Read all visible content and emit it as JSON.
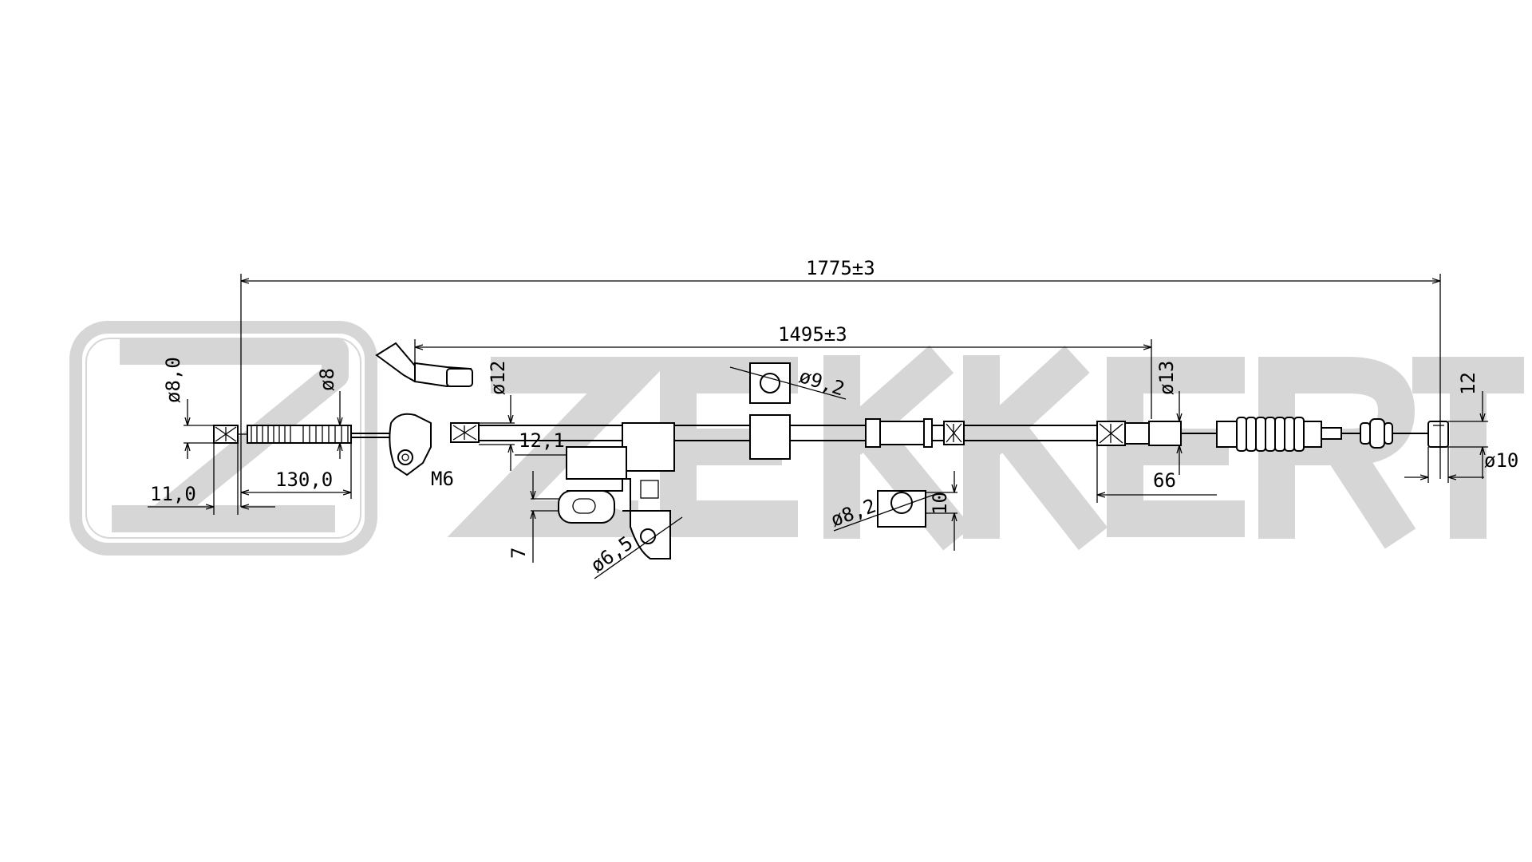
{
  "watermark": {
    "brand": "ZEKKERT",
    "color": "#d9d9d9"
  },
  "dimensions": {
    "overall_length": "1775±3",
    "sheath_length": "1495±3",
    "left_end_diameter": "ø8,0",
    "left_thread_diameter": "ø8",
    "left_end_length": "11,0",
    "left_thread_length": "130,0",
    "thread": "M6",
    "fitting_diameter_left": "ø12",
    "offset": "12,1",
    "bracket_hole_small": "ø6,5",
    "bracket_hole_top": "ø9,2",
    "bracket_hole_mid": "ø8,2",
    "bracket_height_mid": "10",
    "bracket_dim_left": "7",
    "fitting_diameter_right": "ø13",
    "boot_length": "66",
    "right_end_height": "12",
    "right_end_diameter": "ø10"
  },
  "colors": {
    "line": "#000000",
    "background": "#ffffff"
  }
}
